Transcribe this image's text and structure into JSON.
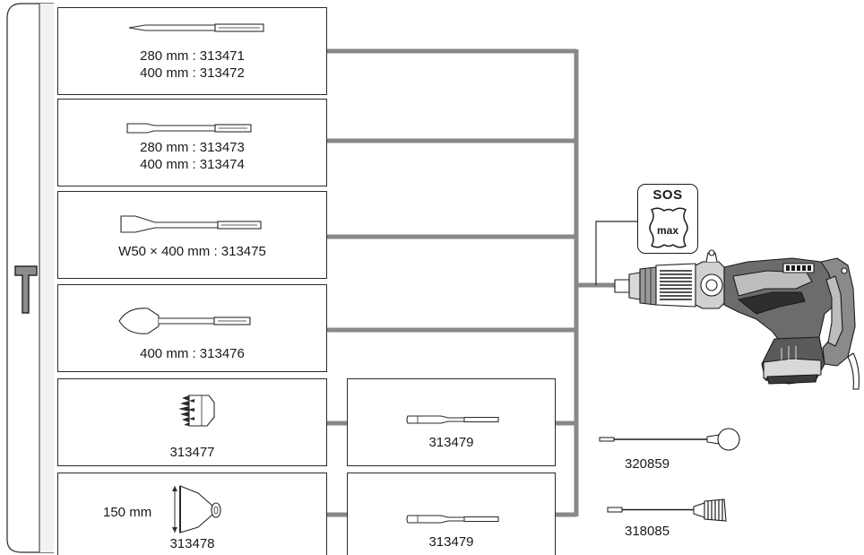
{
  "accessories": [
    {
      "lines": [
        "280 mm : 313471",
        "400 mm : 313472"
      ]
    },
    {
      "lines": [
        "280 mm : 313473",
        "400 mm : 313474"
      ]
    },
    {
      "lines": [
        "W50 × 400 mm : 313475"
      ]
    },
    {
      "lines": [
        "400 mm : 313476"
      ]
    },
    {
      "lines": [
        "313477"
      ]
    },
    {
      "lines": [
        "313478"
      ],
      "dimension": "150 mm"
    }
  ],
  "adapters": [
    {
      "code": "313479"
    },
    {
      "code": "313479"
    }
  ],
  "extras": [
    {
      "code": "320859"
    },
    {
      "code": "318085"
    }
  ],
  "sds_badge": {
    "title": "SOS",
    "subtitle": "max"
  },
  "colors": {
    "connector": "#888888",
    "outline": "#2a2a2a",
    "bracket": "#9a9a9a"
  },
  "icons": [
    "hammer-mode-icon",
    "pointed-chisel-icon",
    "flat-chisel-icon",
    "wide-chisel-icon",
    "spade-chisel-icon",
    "bush-hammer-icon",
    "tamping-plate-icon",
    "adapter-shank-icon",
    "mixing-paddle-icon",
    "core-bit-icon",
    "rotary-hammer-icon"
  ]
}
